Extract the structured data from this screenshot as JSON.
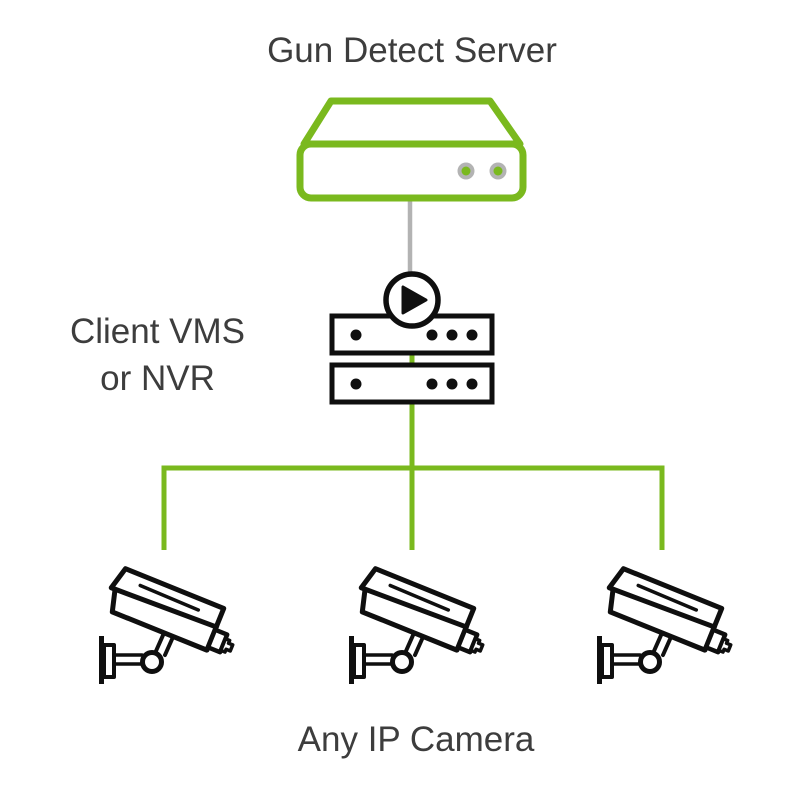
{
  "diagram": {
    "nodes": [
      {
        "id": "gun-detect-server",
        "label": "Gun Detect Server",
        "icon": "server-icon"
      },
      {
        "id": "client-vms-nvr",
        "label": "Client VMS or NVR",
        "label_lines": [
          "Client VMS",
          "or NVR"
        ],
        "icon": "nvr-playback-icon"
      },
      {
        "id": "ip-cameras",
        "label": "Any IP Camera",
        "icon": "cctv-camera-icon",
        "camera_count": 3
      }
    ],
    "connections": [
      {
        "from": "gun-detect-server",
        "to": "client-vms-nvr",
        "style": "gray-line"
      },
      {
        "from": "client-vms-nvr",
        "to": "ip-cameras",
        "style": "green-branch-line"
      }
    ]
  },
  "icons": [
    "server-icon",
    "play-icon",
    "nvr-rack-icon",
    "cctv-camera-icon"
  ],
  "colors": {
    "accent": "#7ab91e",
    "connector_gray": "#b3b3b3",
    "ink": "#0f0f0f",
    "text": "#3d3d3d",
    "background": "#ffffff"
  }
}
